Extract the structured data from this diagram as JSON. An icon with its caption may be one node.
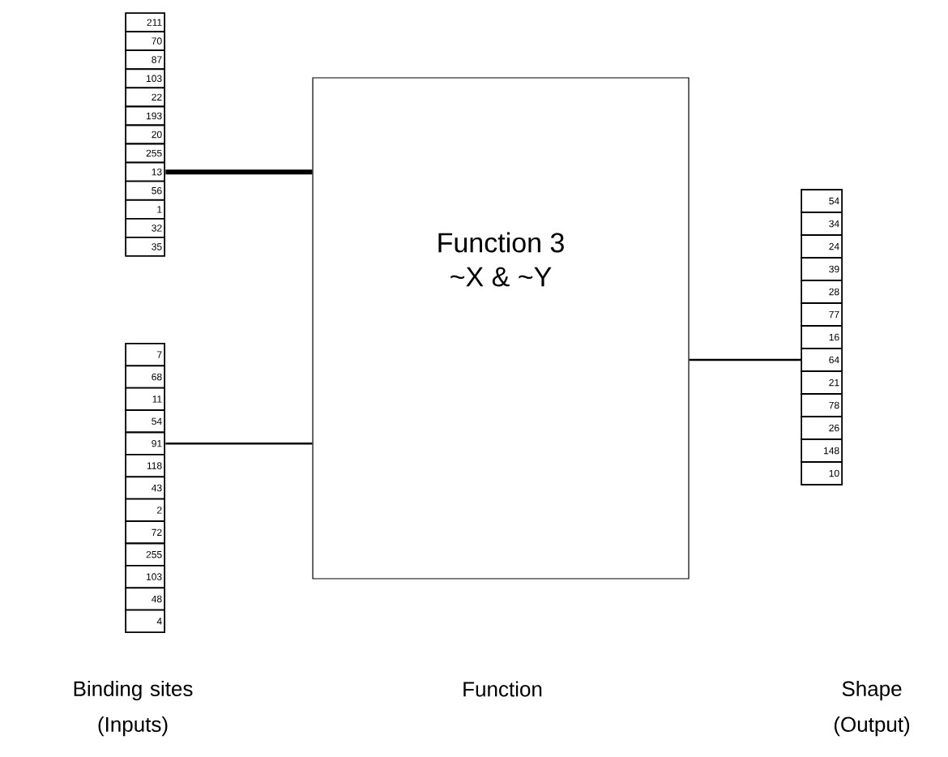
{
  "diagram": {
    "nodes": [
      {
        "text": [
          "211",
          "70",
          "87",
          "103",
          "22",
          "193",
          "20",
          "255",
          "13",
          "56",
          "1",
          "32",
          "35"
        ]
      },
      {
        "text": [
          "7",
          "68",
          "11",
          "54",
          "91",
          "118",
          "43",
          "2",
          "72",
          "255",
          "103",
          "48",
          "4"
        ]
      },
      {
        "text": [
          "Function 3",
          "~X & ~Y"
        ]
      },
      {
        "text": [
          "54",
          "34",
          "24",
          "39",
          "28",
          "77",
          "16",
          "64",
          "21",
          "78",
          "26",
          "148",
          "10"
        ]
      }
    ],
    "edges": [
      {
        "from": 0,
        "to": 2,
        "arrow": "none",
        "style": "thick"
      },
      {
        "from": 1,
        "to": 2,
        "arrow": "none"
      },
      {
        "from": 2,
        "to": 3,
        "arrow": "none"
      }
    ],
    "labels": [
      "Binding sites (Inputs)",
      "Function",
      "Shape (Output)"
    ]
  }
}
